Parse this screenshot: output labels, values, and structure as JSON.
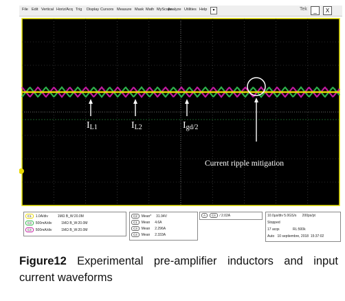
{
  "menu": {
    "items": [
      "File",
      "Edit",
      "Vertical",
      "Horiz/Acq",
      "Trig",
      "Display",
      "Cursors",
      "Measure",
      "Mask",
      "Math",
      "MyScope",
      "Analyze",
      "Utilities",
      "Help"
    ],
    "arrow": "▼",
    "brand": "Tek",
    "minimize": "_",
    "close": "X"
  },
  "annotations": {
    "il1": {
      "main": "I",
      "sub": "L1"
    },
    "il2": {
      "main": "I",
      "sub": "L2"
    },
    "igd": {
      "main": "I",
      "sub": "gd/2"
    },
    "ripple": "Current ripple mitigation"
  },
  "channels": [
    {
      "id": "C1",
      "scale": "1.0A/div",
      "coupling": "1MΩ",
      "bw": "B_W:20.0M",
      "color": "#e8d800"
    },
    {
      "id": "C3",
      "scale": "500mA/div",
      "coupling": "1MΩ",
      "bw": "B_W:20.0M",
      "color": "#2db34a"
    },
    {
      "id": "C4",
      "scale": "500mA/div",
      "coupling": "1MΩ",
      "bw": "B_W:20.0M",
      "color": "#c21aa0"
    }
  ],
  "measurements": [
    {
      "ch": "C2",
      "label": "Mean*",
      "value": "31.94V"
    },
    {
      "ch": "C1",
      "label": "Mean",
      "value": "4.6A"
    },
    {
      "ch": "C3",
      "label": "Mean",
      "value": "2.296A"
    },
    {
      "ch": "C4",
      "label": "Mean",
      "value": "2.333A"
    }
  ],
  "trigger": {
    "mode": "A",
    "ch": "C4",
    "slope": "⁄",
    "level": "2.02A"
  },
  "timebase": {
    "scale": "10.0μs/div",
    "rate": "5.0GS/s",
    "res": "200ps/pt",
    "state": "Stopped",
    "acqs": "17 acqs",
    "rl": "RL:500k",
    "auto": "Auto",
    "date": "10 septiembre, 2018",
    "time": "15:37:02"
  },
  "caption": {
    "label": "Figure12",
    "text": " Experimental pre-amplifier inductors and input current waveforms"
  },
  "colors": {
    "screen": "#000000",
    "grid": "#5a5a5a",
    "yellow": "#e8d800",
    "green": "#2db34a",
    "magenta": "#c21aa0",
    "screen_border": "#e6e200"
  }
}
